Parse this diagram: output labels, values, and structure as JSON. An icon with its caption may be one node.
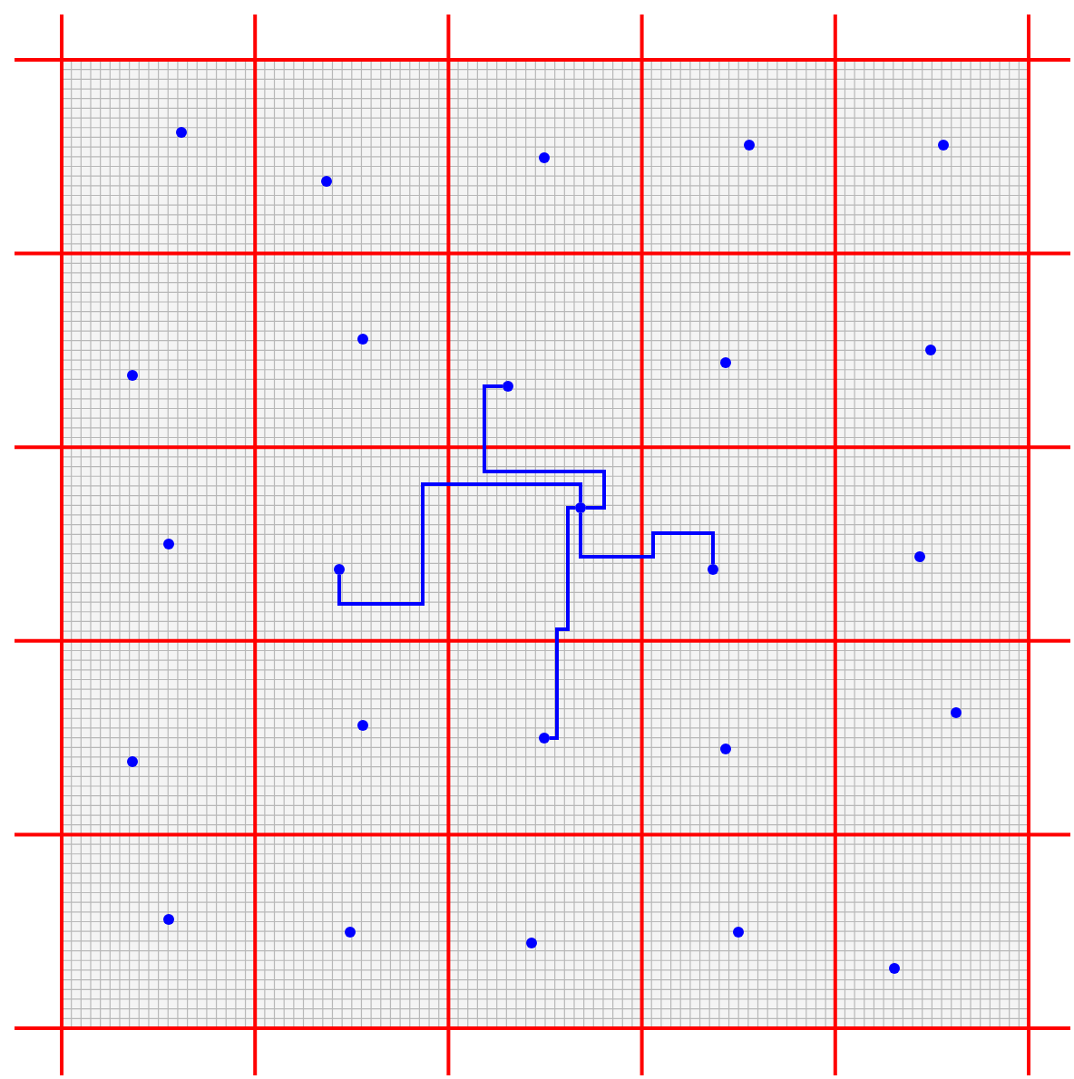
{
  "diagram": {
    "nodes": [
      {
        "text": [],
        "shape": "circle"
      },
      {
        "text": [],
        "shape": "circle"
      },
      {
        "text": [],
        "shape": "circle"
      },
      {
        "text": [],
        "shape": "circle"
      },
      {
        "text": [],
        "shape": "circle"
      },
      {
        "text": [],
        "shape": "circle"
      },
      {
        "text": [],
        "shape": "circle"
      },
      {
        "text": [],
        "shape": "circle"
      },
      {
        "text": [],
        "shape": "circle"
      },
      {
        "text": [],
        "shape": "circle"
      },
      {
        "text": [],
        "shape": "circle"
      },
      {
        "text": [],
        "shape": "circle"
      },
      {
        "text": [],
        "shape": "circle"
      },
      {
        "text": [],
        "shape": "circle"
      },
      {
        "text": [],
        "shape": "circle"
      },
      {
        "text": [],
        "shape": "circle"
      },
      {
        "text": [],
        "shape": "circle"
      },
      {
        "text": [],
        "shape": "circle"
      },
      {
        "text": [],
        "shape": "circle"
      },
      {
        "text": [],
        "shape": "circle"
      },
      {
        "text": [],
        "shape": "circle"
      },
      {
        "text": [],
        "shape": "circle"
      },
      {
        "text": [],
        "shape": "circle"
      },
      {
        "text": [],
        "shape": "circle"
      },
      {
        "text": [],
        "shape": "circle"
      }
    ],
    "edges": [
      {
        "from": 7,
        "to": 12,
        "arrow": "none"
      },
      {
        "from": 13,
        "to": 12,
        "arrow": "none"
      },
      {
        "from": 11,
        "to": 12,
        "arrow": "none"
      },
      {
        "from": 17,
        "to": 12,
        "arrow": "none"
      }
    ]
  }
}
